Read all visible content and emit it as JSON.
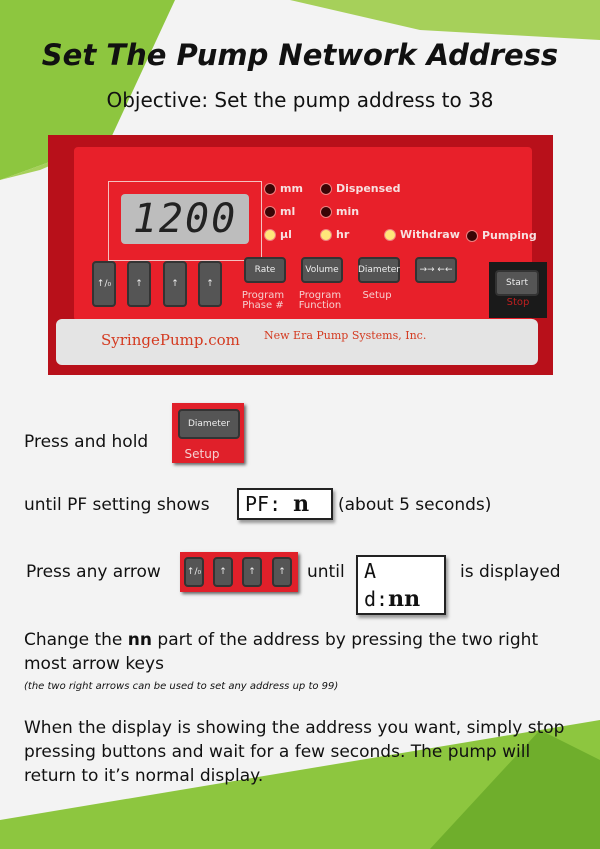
{
  "title": "Set The Pump Network Address",
  "objective": "Objective: Set the pump address to 38",
  "colors": {
    "accent_green": "#8dc63f",
    "pump_red": "#e8202a",
    "background": "#f3f3f3"
  },
  "pump": {
    "display": "1200",
    "leds": [
      {
        "label": "mm",
        "on": false
      },
      {
        "label": "ml",
        "on": false
      },
      {
        "label": "µl",
        "on": true
      },
      {
        "label": "Dispensed",
        "on": false
      },
      {
        "label": "min",
        "on": false
      },
      {
        "label": "hr",
        "on": true
      },
      {
        "label": "Withdraw",
        "on": true
      },
      {
        "label": "Pumping",
        "on": false
      }
    ],
    "keys": {
      "rate": "Rate",
      "volume": "Volume",
      "diameter": "Diameter",
      "start": "Start",
      "direction": "→→ ←←"
    },
    "key_labels": {
      "rate": "Program Phase #",
      "volume": "Program Function",
      "diameter": "Setup",
      "start": "Stop"
    },
    "arrow_first": "↑/₀",
    "arrow": "↑",
    "brand": "SyringePump.com",
    "company": "New Era Pump Systems, Inc."
  },
  "steps": {
    "press_hold": "Press and hold",
    "diameter_key": "Diameter",
    "setup_label": "Setup",
    "until_pf": "until PF setting shows",
    "pf_display": "PF:",
    "pf_value": "n",
    "about": "(about 5 seconds)",
    "press_arrow": "Press any arrow",
    "until": "until",
    "ad_display": "A d:",
    "ad_value": "nn",
    "is_displayed": "is displayed"
  },
  "change_pre": "Change the ",
  "change_bold": "nn",
  "change_post": " part of the address by pressing the two right most arrow keys",
  "note": "(the two right arrows can be used to set any address up to 99)",
  "final": "When the display is showing the address you want, simply stop pressing buttons and wait for a few seconds. The pump will return to it’s normal display."
}
